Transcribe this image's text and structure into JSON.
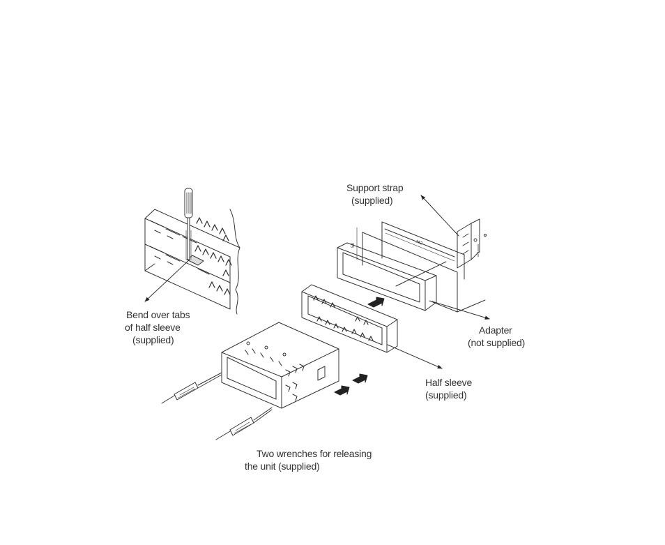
{
  "labels": {
    "support_strap": [
      "Support strap",
      "(supplied)"
    ],
    "bend_tabs": [
      "Bend over tabs",
      "of half sleeve",
      "(supplied)"
    ],
    "adapter": [
      "Adapter",
      "(not supplied)"
    ],
    "half_sleeve": [
      "Half sleeve",
      "(supplied)"
    ],
    "wrenches": [
      "Two wrenches for releasing",
      "the unit (supplied)"
    ]
  },
  "colors": {
    "line": "#333333",
    "arrow_fill": "#222222"
  },
  "icons": [
    "screwdriver-icon",
    "release-wrench-icon",
    "push-arrow-icon"
  ]
}
